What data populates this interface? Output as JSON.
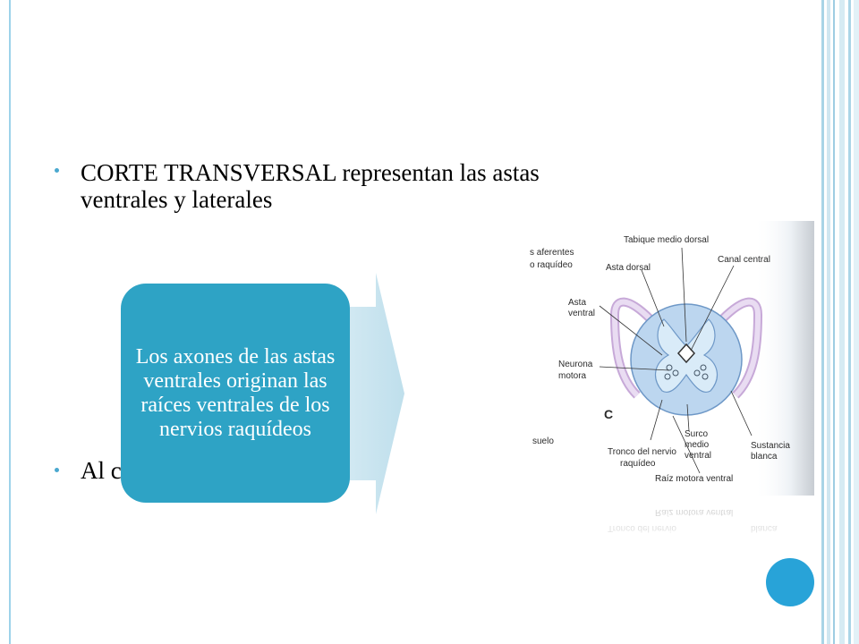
{
  "bullets": [
    {
      "line1": "CORTE TRANSVERSAL representan las astas",
      "line2": "ventrales y laterales"
    },
    {
      "text": "Al corte de los tubulares",
      "arrow": "→"
    }
  ],
  "callout": {
    "text": "Los axones de las astas ventrales originan las raíces ventrales de los nervios raquídeos"
  },
  "figure": {
    "labels": {
      "aferentes": "s aferentes",
      "raquideo": "o raquídeo",
      "tabique": "Tabique medio dorsal",
      "asta_dorsal": "Asta dorsal",
      "canal": "Canal central",
      "asta_ventral_1": "Asta",
      "asta_ventral_2": "ventral",
      "neurona_1": "Neurona",
      "neurona_2": "motora",
      "c": "C",
      "suelo": "suelo",
      "tronco_1": "Tronco del nervio",
      "tronco_2": "raquídeo",
      "surco_1": "Surco",
      "surco_2": "medio",
      "surco_3": "ventral",
      "sustancia_1": "Sustancia",
      "sustancia_2": "blanca",
      "raiz": "Raíz motora ventral"
    }
  },
  "colors": {
    "accent": "#2ea3c5",
    "bullet": "#4aa8cf",
    "circle": "#28a3d8"
  }
}
